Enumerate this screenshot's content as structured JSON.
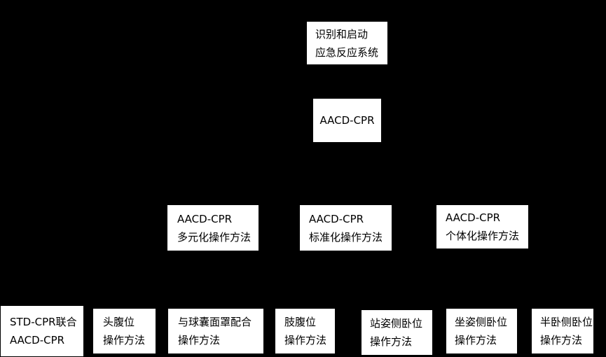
{
  "nodes": {
    "root": {
      "line1": "识别和启动",
      "line2": "应急反应系统"
    },
    "aacd": {
      "line1": "AACD-CPR"
    },
    "multi": {
      "line1": "AACD-CPR",
      "line2": "多元化操作方法"
    },
    "standard": {
      "line1": "AACD-CPR",
      "line2": "标准化操作方法"
    },
    "individual": {
      "line1": "AACD-CPR",
      "line2": "个体化操作方法"
    },
    "leaf1": {
      "line1": "STD-CPR联合",
      "line2": "AACD-CPR"
    },
    "leaf2": {
      "line1": "头腹位",
      "line2": "操作方法"
    },
    "leaf3": {
      "line1": "与球囊面罩配合",
      "line2": "操作方法"
    },
    "leaf4": {
      "line1": "肢腹位",
      "line2": "操作方法"
    },
    "leaf5": {
      "line1": "站姿侧卧位",
      "line2": "操作方法"
    },
    "leaf6": {
      "line1": "坐姿侧卧位",
      "line2": "操作方法"
    },
    "leaf7": {
      "line1": "半卧侧卧位",
      "line2": "操作方法"
    }
  },
  "colors": {
    "background": "#000000",
    "node_fill": "#ffffff",
    "text": "#000000"
  }
}
